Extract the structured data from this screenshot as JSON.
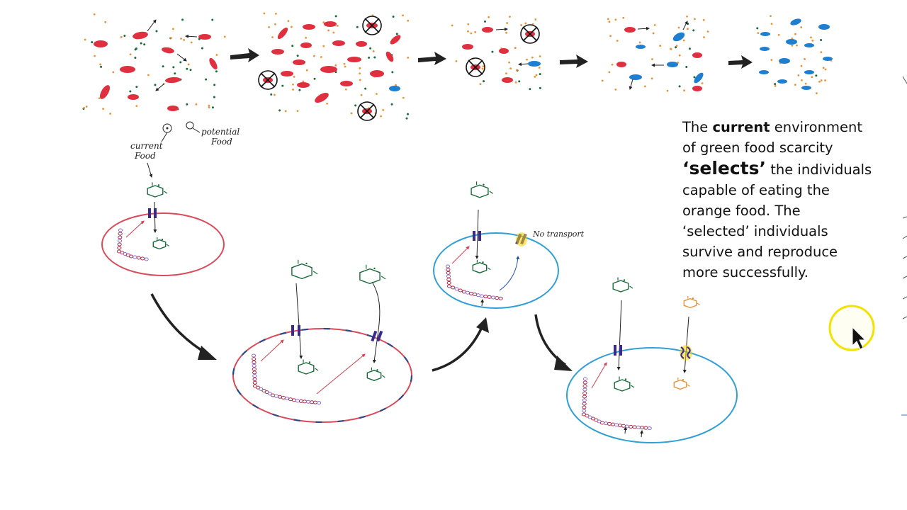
{
  "labels": {
    "current_food": [
      "current",
      "Food"
    ],
    "potential_food": [
      "potential",
      "Food"
    ],
    "no_transport": "No transport"
  },
  "caption": {
    "line1_pre": "The ",
    "line1_bold": "current",
    "line1_post": " environment",
    "line2": "of green food scarcity",
    "line3_bold": "‘selects’",
    "line3_post": " the individuals",
    "line4": "capable of eating the",
    "line5": "orange food.  The",
    "line6": "‘selected’ individuals",
    "line7": "survive and reproduce",
    "line8": "more successfully."
  },
  "colors": {
    "red_cell": "#e0303f",
    "blue_cell": "#1e7fd0",
    "green_food": "#1a6b3c",
    "orange_food": "#e8943a",
    "red_membrane": "#d94a5a",
    "blue_membrane": "#2f9fd6",
    "transporter": "#3b2a8c",
    "pointer_ring": "#f2e200"
  },
  "icons": [
    "cursor-arrow-icon",
    "pointer-highlight-icon",
    "cross-circle-icon",
    "glucose-ring-icon"
  ]
}
